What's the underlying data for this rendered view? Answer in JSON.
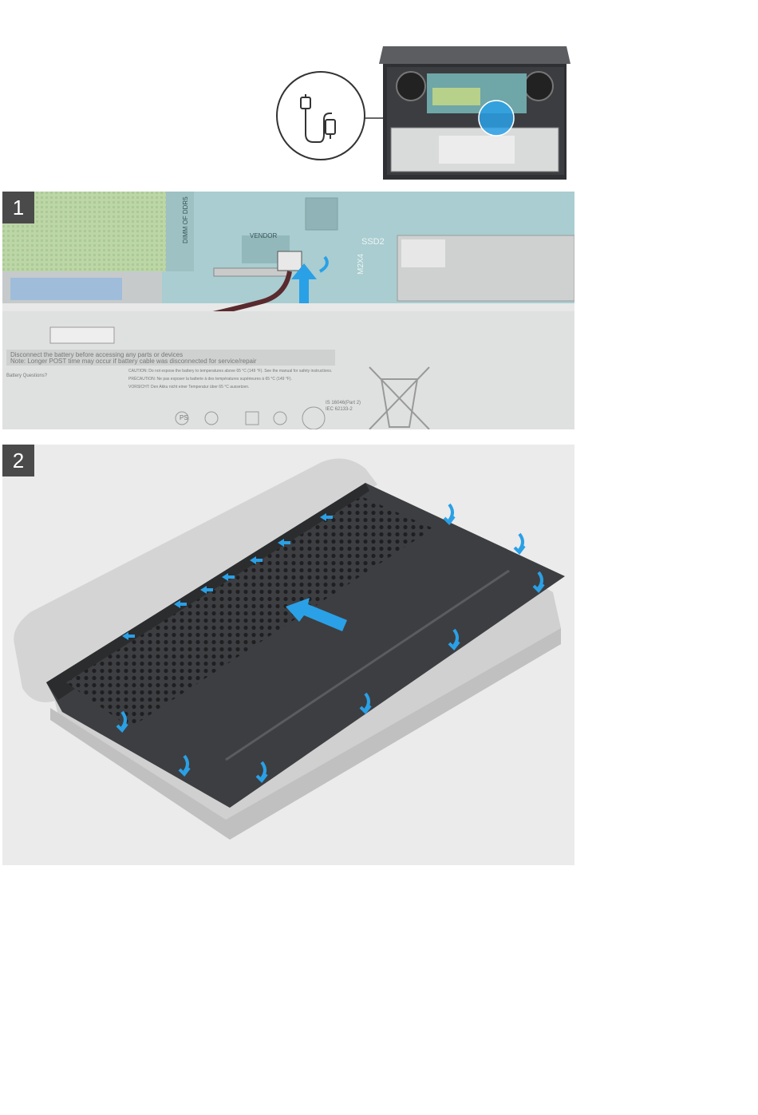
{
  "overview": {
    "cable_icon": "cable-connector-icon"
  },
  "panel1": {
    "step_number": "1",
    "board_labels": {
      "ssd_slot": "SSD2",
      "screw_label": "M2X4",
      "vendor": "VENDOR",
      "ddr": "DIMM OF DDR5"
    },
    "battery_warning_line1": "Disconnect the battery before accessing any parts or devices",
    "battery_warning_line2": "Note: Longer POST time may occur if battery cable was disconnected for service/repair",
    "label_caution": "CAUTION: Do not expose the battery to temperatures above 65 °C (149 °F). See the manual for safety instructions.",
    "label_precaution": "PRÉCAUTION: Ne pas exposer la batterie à des températures supérieures à 65 °C (149 °F).",
    "label_vorsicht": "VORSICHT: Den Akku nicht einer Temperatur über 65 °C aussetzen.",
    "label_left_block": "Battery Questions?",
    "label_standard1": "IS 16046(Part 2)",
    "label_standard2": "IEC 62133-2",
    "label_ps": "PS",
    "colors": {
      "arrow": "#2aa0e6",
      "board": "#9fc6c9",
      "battery": "#dfe1e0"
    }
  },
  "panel2": {
    "step_number": "2",
    "colors": {
      "cover": "#3d3e41",
      "arrow": "#2aa0e6",
      "base": "#cfd0cf"
    }
  }
}
